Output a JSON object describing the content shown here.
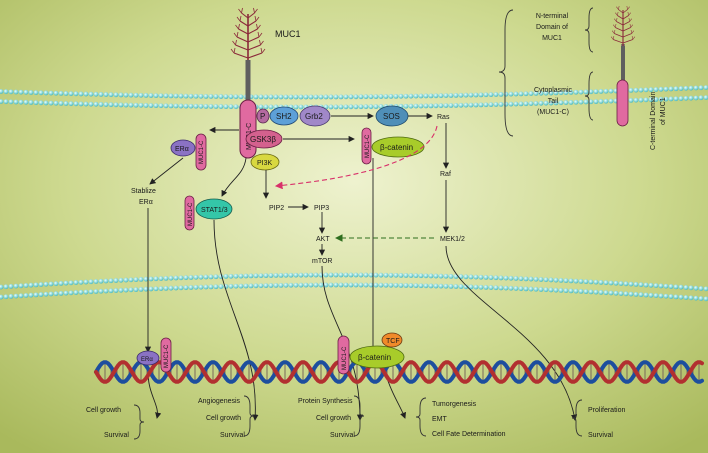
{
  "top_label": "MUC1",
  "legend": {
    "n_terminal": [
      "N-terminal",
      "Domain of",
      "MUC1"
    ],
    "cytoplasmic": [
      "Cytoplasmic",
      "Tail",
      "(MUC1-C)"
    ],
    "c_terminal": [
      "C-terminal Domain",
      "of MUC1"
    ]
  },
  "membrane_labels": {
    "muc1c_main": "MUC1-C",
    "p": "P",
    "sh2": "SH2",
    "grb2": "Grb2",
    "sos": "SOS",
    "ras": "Ras",
    "gsk3b": "GSK3β",
    "beta_catenin_top": "β-catenin",
    "muc1c_top_catenin": "MUC1-C",
    "pi3k": "PI3K",
    "era_top": "ERα",
    "muc1c_era": "MUC1-C",
    "stat": "STAT1/3",
    "muc1c_stat": "MUC1-C"
  },
  "pathway": {
    "raf": "Raf",
    "mek": "MEK1/2",
    "pip2": "PIP2",
    "pip3": "PIP3",
    "akt": "AKT",
    "mtor": "mTOR",
    "stabilize": [
      "Stablize",
      "ERα"
    ]
  },
  "nucleus": {
    "era": "ERα",
    "muc1c_era": "MUC1-C",
    "muc1c_cat": "MUC1-C",
    "beta_catenin": "β-catenin",
    "tcf": "TCF"
  },
  "outcomes": {
    "g1": [
      "Cell growth",
      "Survival"
    ],
    "g2": [
      "Angiogenesis",
      "Cell growth",
      "Survival"
    ],
    "g3": [
      "Protein Synthesis",
      "Cell growth",
      "Survival"
    ],
    "g4": [
      "Tumorgenesis",
      "EMT",
      "Cell Fate Determination"
    ],
    "g5": [
      "Proliferation",
      "Survival"
    ]
  },
  "colors": {
    "background": "#c7d58c",
    "membrane_bead": "#7fd6d6",
    "muc1c": "#e06aa0",
    "sh2": "#5da0d8",
    "grb2": "#a088c8",
    "sos": "#4f8fb8",
    "beta_catenin": "#a8cc2a",
    "pi3k": "#d8d840",
    "era": "#8a72c4",
    "stat": "#34c6a8",
    "tcf": "#f08a2a",
    "dna_red": "#b23030",
    "dna_blue": "#1d4e9e",
    "ras_arrow": "#d8306a",
    "mek_arrow": "#2e6e1e"
  }
}
